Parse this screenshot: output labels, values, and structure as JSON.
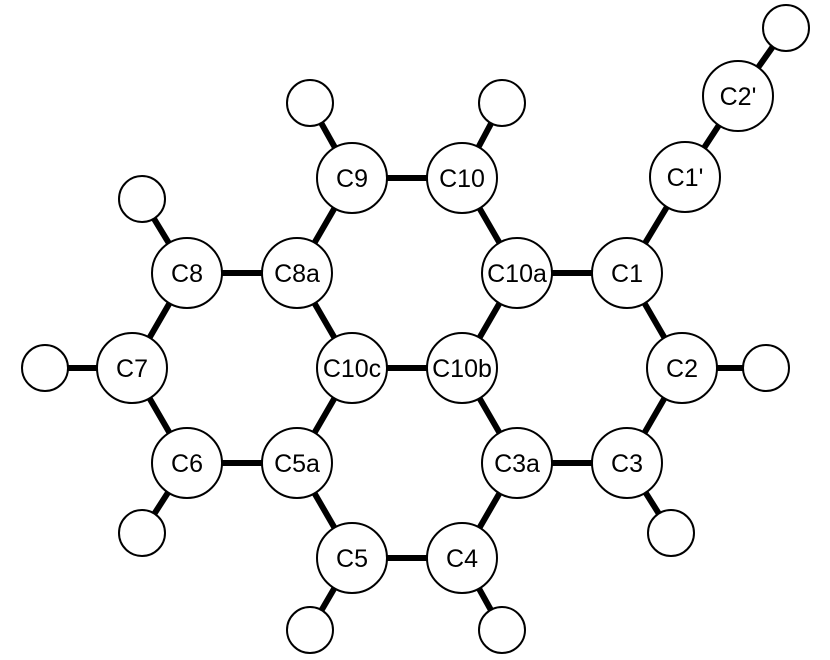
{
  "molecule": {
    "atoms": [
      {
        "id": "C1",
        "label": "C1"
      },
      {
        "id": "C2",
        "label": "C2"
      },
      {
        "id": "C3",
        "label": "C3"
      },
      {
        "id": "C3a",
        "label": "C3a"
      },
      {
        "id": "C4",
        "label": "C4"
      },
      {
        "id": "C5",
        "label": "C5"
      },
      {
        "id": "C5a",
        "label": "C5a"
      },
      {
        "id": "C6",
        "label": "C6"
      },
      {
        "id": "C7",
        "label": "C7"
      },
      {
        "id": "C8",
        "label": "C8"
      },
      {
        "id": "C8a",
        "label": "C8a"
      },
      {
        "id": "C9",
        "label": "C9"
      },
      {
        "id": "C10",
        "label": "C10"
      },
      {
        "id": "C10a",
        "label": "C10a"
      },
      {
        "id": "C10b",
        "label": "C10b"
      },
      {
        "id": "C10c",
        "label": "C10c"
      },
      {
        "id": "C1p",
        "label": "C1'"
      },
      {
        "id": "C2p",
        "label": "C2'"
      },
      {
        "id": "H2p",
        "label": ""
      },
      {
        "id": "H9",
        "label": ""
      },
      {
        "id": "H10",
        "label": ""
      },
      {
        "id": "H8",
        "label": ""
      },
      {
        "id": "H7",
        "label": ""
      },
      {
        "id": "H6",
        "label": ""
      },
      {
        "id": "H5",
        "label": ""
      },
      {
        "id": "H4",
        "label": ""
      },
      {
        "id": "H3",
        "label": ""
      },
      {
        "id": "H2",
        "label": ""
      }
    ],
    "bonds": [
      [
        "C9",
        "C10"
      ],
      [
        "C10",
        "C10a"
      ],
      [
        "C10a",
        "C1"
      ],
      [
        "C1",
        "C2"
      ],
      [
        "C2",
        "C3"
      ],
      [
        "C3",
        "C3a"
      ],
      [
        "C3a",
        "C10b"
      ],
      [
        "C10a",
        "C10b"
      ],
      [
        "C10b",
        "C10c"
      ],
      [
        "C10c",
        "C8a"
      ],
      [
        "C10c",
        "C5a"
      ],
      [
        "C8a",
        "C9"
      ],
      [
        "C8a",
        "C8"
      ],
      [
        "C8",
        "C7"
      ],
      [
        "C7",
        "C6"
      ],
      [
        "C6",
        "C5a"
      ],
      [
        "C5a",
        "C5"
      ],
      [
        "C5",
        "C4"
      ],
      [
        "C4",
        "C3a"
      ],
      [
        "C1",
        "C1p"
      ],
      [
        "C1p",
        "C2p"
      ],
      [
        "C2p",
        "H2p"
      ],
      [
        "C9",
        "H9"
      ],
      [
        "C10",
        "H10"
      ],
      [
        "C8",
        "H8"
      ],
      [
        "C7",
        "H7"
      ],
      [
        "C6",
        "H6"
      ],
      [
        "C5",
        "H5"
      ],
      [
        "C4",
        "H4"
      ],
      [
        "C3",
        "H3"
      ],
      [
        "C2",
        "H2"
      ]
    ]
  }
}
